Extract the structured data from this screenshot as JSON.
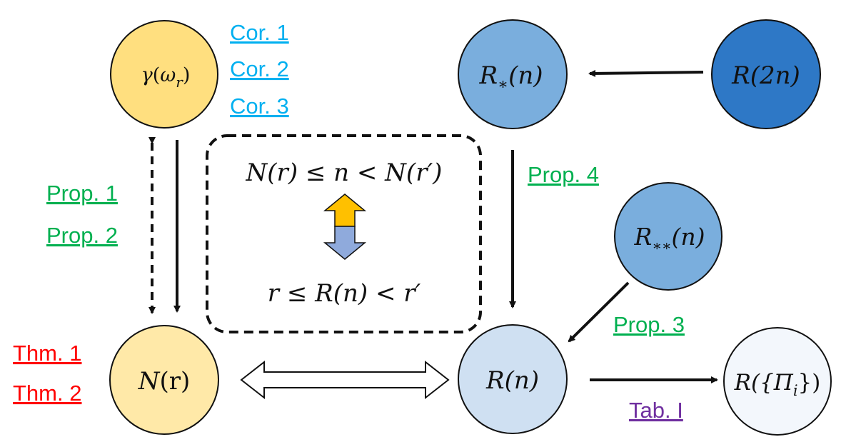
{
  "colors": {
    "gamma_fill": "#ffdf7f",
    "n_fill": "#ffe9a8",
    "r_star_fill": "#7aaedd",
    "r_2n_fill": "#2e78c6",
    "r_starstar_fill": "#7aaedd",
    "r_n_fill": "#cfe0f2",
    "r_pi_fill": "#f3f7fc",
    "stroke": "#111111",
    "cyan": "#00b0f0",
    "green": "#00b050",
    "red": "#ff0000",
    "purple": "#7030a0",
    "up_arrow": "#ffc000",
    "down_arrow": "#8faadc"
  },
  "nodes": {
    "gamma": {
      "base": "γ",
      "open": "(",
      "sym": "ω",
      "sub": "r",
      "close": ")"
    },
    "n_r": {
      "base": "N",
      "rest": "(r)"
    },
    "r_star": {
      "base": "R",
      "sub": "∗",
      "rest": "(n)"
    },
    "r_2n": {
      "text": "R(2n)"
    },
    "r_starstar": {
      "base": "R",
      "sub": "∗∗",
      "rest": "(n)"
    },
    "r_n": {
      "text": "R(n)"
    },
    "r_pi": {
      "pre": "R({Π",
      "sub": "i",
      "post": "})"
    }
  },
  "equivalence_box": {
    "top": "N(r) ≤ n < N(r′)",
    "bottom": "r ≤ R(n) < r′"
  },
  "refs": {
    "cor1": "Cor. 1",
    "cor2": "Cor. 2",
    "cor3": "Cor. 3",
    "prop1": "Prop. 1",
    "prop2": "Prop. 2",
    "prop3": "Prop. 3",
    "prop4": "Prop. 4",
    "thm1": "Thm. 1",
    "thm2": "Thm. 2",
    "tab1": "Tab. I"
  }
}
